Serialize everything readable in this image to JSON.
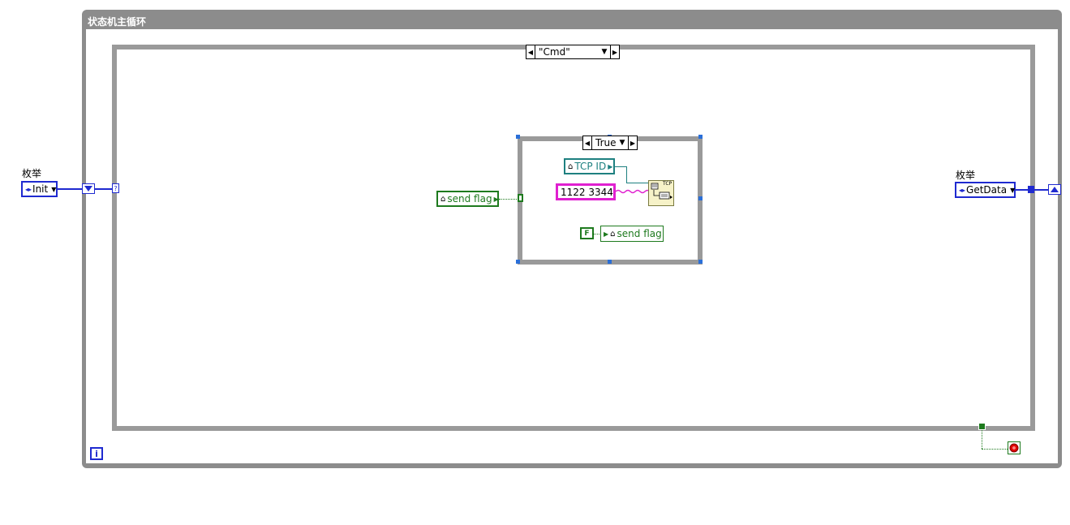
{
  "while_loop": {
    "title": "状态机主循环",
    "iteration_label": "i"
  },
  "outer_case": {
    "selector_value": "\"Cmd\"",
    "selector_terminal": "?"
  },
  "inner_case": {
    "selector_value": "True"
  },
  "left_enum": {
    "label": "枚举",
    "value": "Init"
  },
  "right_enum": {
    "label": "枚举",
    "value": "GetData"
  },
  "send_flag_read": {
    "text": "send flag"
  },
  "tcp_id": {
    "text": "TCP ID"
  },
  "string_const": {
    "value": "1122 3344"
  },
  "tcp_write_icon": {
    "caption": "TCP"
  },
  "bool_const": {
    "value": "F"
  },
  "send_flag_write": {
    "text": "send flag"
  },
  "colors": {
    "enum": "#1f2ad0",
    "boolean": "#1e7a1e",
    "refnum": "#1e8080",
    "string": "#e020d0",
    "stop": "#e00000"
  }
}
